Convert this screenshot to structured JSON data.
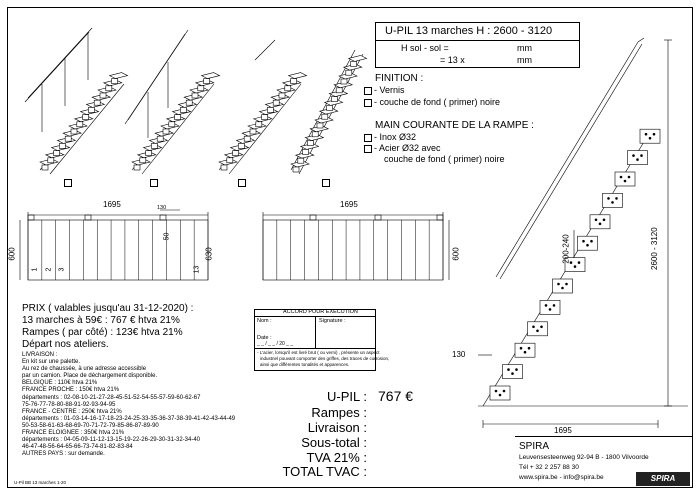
{
  "header": {
    "title": "U-PIL 13 marches  H : 2600 - 3120",
    "hsol_label": "H sol - sol  =",
    "hsol_unit": "mm",
    "steps_eq": "= 13 x",
    "steps_unit": "mm"
  },
  "finition": {
    "heading": "FINITION :",
    "opt1": "- Vernis",
    "opt2": "- couche de fond  ( primer)   noire"
  },
  "rampe": {
    "heading": "MAIN COURANTE DE LA RAMPE :",
    "opt1": "- Inox Ø32",
    "opt2": "- Acier Ø32 avec",
    "opt2b": "couche de fond  ( primer)   noire"
  },
  "plan": {
    "width_left": "1695",
    "width_right": "1695",
    "depth_600_left": "600",
    "depth_630": "630",
    "depth_600_right": "600",
    "dim_130": "130",
    "dim_50": "50",
    "step_13": "13",
    "step_1": "1",
    "step_2": "2",
    "step_3": "3"
  },
  "side": {
    "dim_200_240": "200-240",
    "dim_2600_3120": "2600 - 3120",
    "dim_130": "130",
    "dim_1695": "1695"
  },
  "prix": {
    "line1": "PRIX  ( valables jusqu'au 31-12-2020)   :",
    "line2": "13 marches à 59€ : 767 € htva 21%",
    "line3": "Rampes   ( par côté)   : 123€ htva 21%",
    "line4": "Départ nos ateliers."
  },
  "livraison": {
    "lines": [
      "LIVRAISON :",
      "En kit sur une palette.",
      "Au rez de chaussée, à une adresse accessible",
      "par un camion. Place de déchargement disponible.",
      "BELGIQUE : 110€ htva 21%",
      "FRANCE PROCHE : 150€ htva 21%",
      "départements : 02-08-10-21-27-28-45-51-52-54-55-57-59-60-62-67",
      "75-76-77-78-80-88-91-92-93-94-95",
      "FRANCE - CENTRE : 250€ htva 21%",
      "départements : 01-03-14-16-17-18-23-24-25-33-35-36-37-38-39-41-42-43-44-49",
      "50-53-58-61-63-68-69-70-71-72-79-85-86-87-89-90",
      "FRANCE ELOIGNEE : 350€ htva 21%",
      "départements : 04-05-09-11-12-13-15-19-22-26-29-30-31-32-34-40",
      "46-47-48-56-64-65-66-73-74-81-82-83-84",
      "AUTRES PAYS : sur demande."
    ]
  },
  "accord": {
    "title": "ACCORD POUR EXECUTION",
    "nom": "Nom :",
    "signature": "Signature :",
    "date": "Date :",
    "date_fill": "_ _ / _ _ / 20 _ _",
    "note1": "- L'acier, lorsqu'il est livré brut  ( ou verni) , présente un aspect",
    "note2": "industriel pouvant comporter des griffes, des traces de corrosion,",
    "note3": "ainsi que différentes tonalités et apparences."
  },
  "totals": {
    "upil": "U-PIL :",
    "upil_value": "767 €",
    "rampes": "Rampes :",
    "livraison": "Livraison :",
    "soustotal": "Sous-total :",
    "tva": "TVA 21% :",
    "total": "TOTAL TVAC :"
  },
  "company": {
    "name": "SPIRA",
    "address": "Leuvensesteenweg 92-94   B - 1800 Vilvoorde",
    "phone": "Tél    + 32 2 257 88 30",
    "web": "www.spira.be  -  info@spira.be",
    "logo": "SPIRA"
  },
  "footer": {
    "ref": "U-Pil BB 13 marches 1-20"
  }
}
